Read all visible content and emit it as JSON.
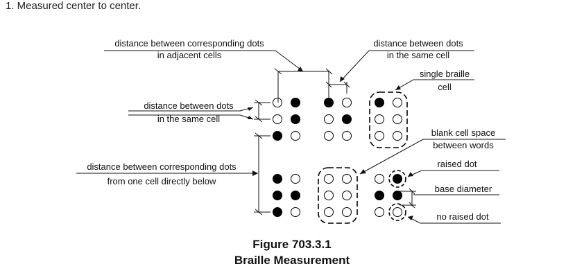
{
  "note": "1. Measured center to center.",
  "labels": {
    "adjacent_1": "distance between corresponding dots",
    "adjacent_2": "in adjacent cells",
    "same_cell_top_1": "distance between dots",
    "same_cell_top_2": "in the same cell",
    "single_cell_1": "single braille",
    "single_cell_2": "cell",
    "same_cell_left_1": "distance between dots",
    "same_cell_left_2": "in the same cell",
    "blank_1": "blank cell space",
    "blank_2": "between words",
    "below_1": "distance between corresponding dots",
    "below_2": "from one cell directly below",
    "raised": "raised dot",
    "base": "base diameter",
    "no_raised": "no raised dot"
  },
  "caption": {
    "line1": "Figure 703.3.1",
    "line2": "Braille Measurement"
  }
}
